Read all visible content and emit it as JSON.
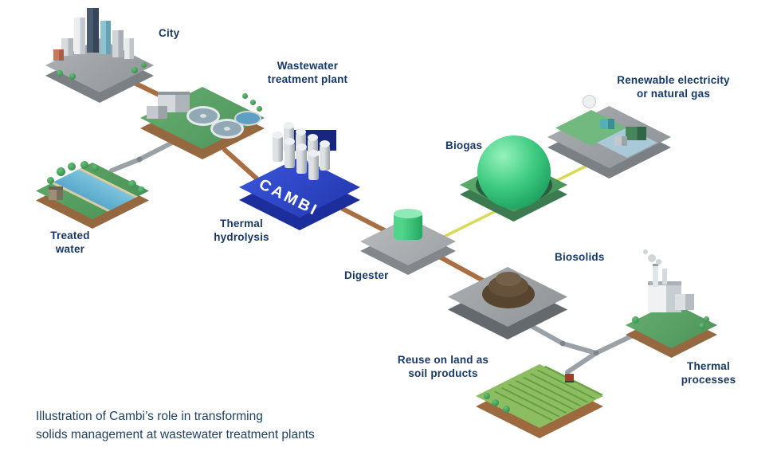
{
  "labels": {
    "city": "City",
    "wwtp": [
      "Wastewater",
      "treatment plant"
    ],
    "treated_water": [
      "Treated",
      "water"
    ],
    "thermal_hydrolysis": [
      "Thermal",
      "hydrolysis"
    ],
    "digester": "Digester",
    "biogas": "Biogas",
    "renewable": [
      "Renewable electricity",
      "or natural gas"
    ],
    "biosolids": "Biosolids",
    "reuse": [
      "Reuse on land as",
      "soil products"
    ],
    "thermal_processes": [
      "Thermal",
      "processes"
    ]
  },
  "logo": {
    "cambi": "CAMBI"
  },
  "caption": [
    "Illustration of Cambi’s role in transforming",
    "solids management at wastewater treatment plants"
  ],
  "colors": {
    "label_text": "#17386a",
    "caption_text": "#1e4065",
    "cambi_blue": "#2c44c6",
    "biogas_green": "#2ec274",
    "platform_gray": "#9fa3a7",
    "platform_green": "#54a263",
    "soil_brown": "#96683f",
    "pipe_brown": "#a96e41",
    "pipe_gray": "#9aa2a8",
    "pipe_yellow": "#d9da58"
  }
}
